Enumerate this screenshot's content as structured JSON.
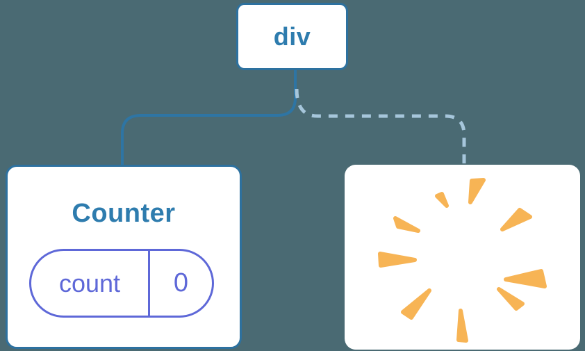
{
  "diagram": {
    "description": "Component tree diagram: a div root renders a Counter component with state, a sibling component was removed (poof burst)",
    "root_node": {
      "label": "div"
    },
    "counter_node": {
      "title": "Counter",
      "state_pill": {
        "key": "count",
        "value": "0"
      }
    },
    "removed_node": {
      "icon": "poof-burst-icon"
    },
    "edges": [
      {
        "from": "div",
        "to": "Counter",
        "style": "solid"
      },
      {
        "from": "div",
        "to": "removed-node",
        "style": "dashed"
      }
    ],
    "colors": {
      "background": "#4A6A73",
      "node_fill": "#FFFFFF",
      "node_border": "#2D719F",
      "node_text": "#2E7CAE",
      "solid_edge": "#2E75A4",
      "dashed_edge": "#A6C6DB",
      "state_accent": "#5E68D8",
      "burst": "#F7B455"
    }
  }
}
